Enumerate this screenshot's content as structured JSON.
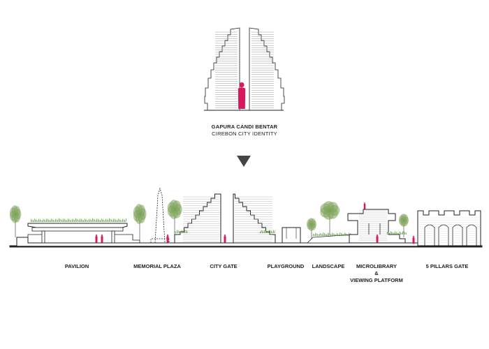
{
  "header": {
    "title": "GAPURA CANDI BENTAR",
    "subtitle": "CIREBON CITY IDENTITY"
  },
  "colors": {
    "accent": "#d6195f",
    "ink": "#222222",
    "grass": "#4a8f2a",
    "tree": "#7da35a"
  },
  "zones": [
    {
      "lines": [
        "PAVILION"
      ]
    },
    {
      "lines": [
        "MEMORIAL PLAZA"
      ]
    },
    {
      "lines": [
        "CITY GATE"
      ]
    },
    {
      "lines": [
        "PLAYGROUND"
      ]
    },
    {
      "lines": [
        "LANDSCAPE"
      ]
    },
    {
      "lines": [
        "MICROLIBRARY",
        "&",
        "VIEWING PLATFORM"
      ]
    },
    {
      "lines": [
        "5 PILLARS GATE"
      ]
    }
  ]
}
